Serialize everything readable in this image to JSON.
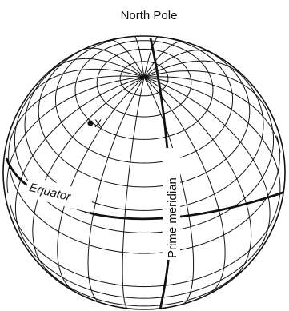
{
  "labels": {
    "north_pole": "North Pole",
    "point": "X",
    "equator": "Equator",
    "prime_meridian": "Prime meridian"
  },
  "colors": {
    "stroke": "#111111",
    "background": "#ffffff"
  }
}
